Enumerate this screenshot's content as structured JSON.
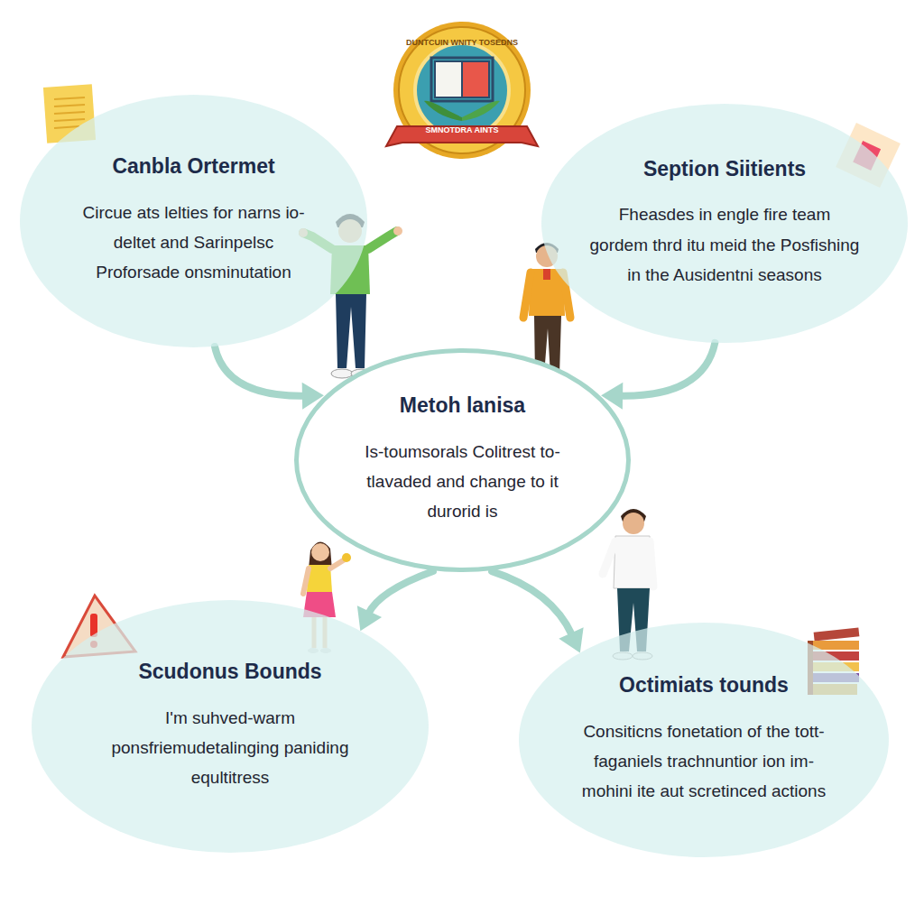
{
  "diagram": {
    "nodes": [
      {
        "text": [
          "Canbla Ortermet",
          "Circue ats lelties for narns io-deltet and Sarinpelsc Proforsade onsminutation"
        ]
      },
      {
        "text": [
          "Seption Siitients",
          "Fheasdes in engle fire team gordem thrd itu meid the Posfishing in the Ausidentni seasons"
        ]
      },
      {
        "text": [
          "Metoh lanisa",
          "Is-toumsorals Colitrest to-tlavaded and change to it durorid is"
        ]
      },
      {
        "text": [
          "Scudonus Bounds",
          "I'm suhved-warm ponsfriemudetalinging paniding equltitress"
        ]
      },
      {
        "text": [
          "Octimiats tounds",
          "Consiticns fonetation of the tott-faganiels trachnuntior ion im-mohini ite aut scretinced actions"
        ]
      }
    ],
    "edges": [
      {
        "from": 0,
        "to": 2,
        "arrow": "to"
      },
      {
        "from": 1,
        "to": 2,
        "arrow": "to"
      },
      {
        "from": 2,
        "to": 3,
        "arrow": "to"
      },
      {
        "from": 2,
        "to": 4,
        "arrow": "to"
      }
    ],
    "labels": [
      "DUNTCUIN WNITY TOSEDNS",
      "SMNOTDRA AINTS"
    ]
  }
}
